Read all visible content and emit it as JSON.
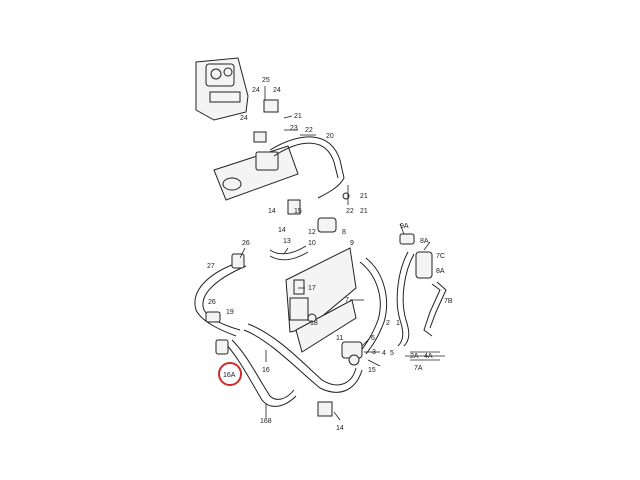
{
  "colors": {
    "ink": "#222222",
    "highlight": "#cc2a2a",
    "background": "#ffffff"
  },
  "callouts": {
    "c25": "25",
    "c24a": "24",
    "c24b": "24",
    "c24c": "24",
    "c21a": "21",
    "c21b": "21",
    "c21c": "21",
    "c23": "23",
    "c22a": "22",
    "c22b": "22",
    "c20": "20",
    "c9a": "9A",
    "c8a1": "8A",
    "c8a2": "8A",
    "c7c": "7C",
    "c7b": "7B",
    "c26": "26",
    "c14a": "14",
    "c15": "15",
    "c12": "12",
    "c10": "10",
    "c8": "8",
    "c9": "9",
    "c13": "13",
    "c27": "27",
    "c7": "7",
    "c17": "17",
    "c18": "18",
    "c26b": "26",
    "c19": "19",
    "c16": "16",
    "c14b": "14",
    "c168": "168",
    "c16a": "16A",
    "c6": "6",
    "c5": "5",
    "c4": "4",
    "c3": "3",
    "c2": "2",
    "c1": "1",
    "c11": "11",
    "c2a": "2A",
    "c4a": "4A",
    "c7a": "7A",
    "c14c": "14",
    "c15b": "15"
  }
}
